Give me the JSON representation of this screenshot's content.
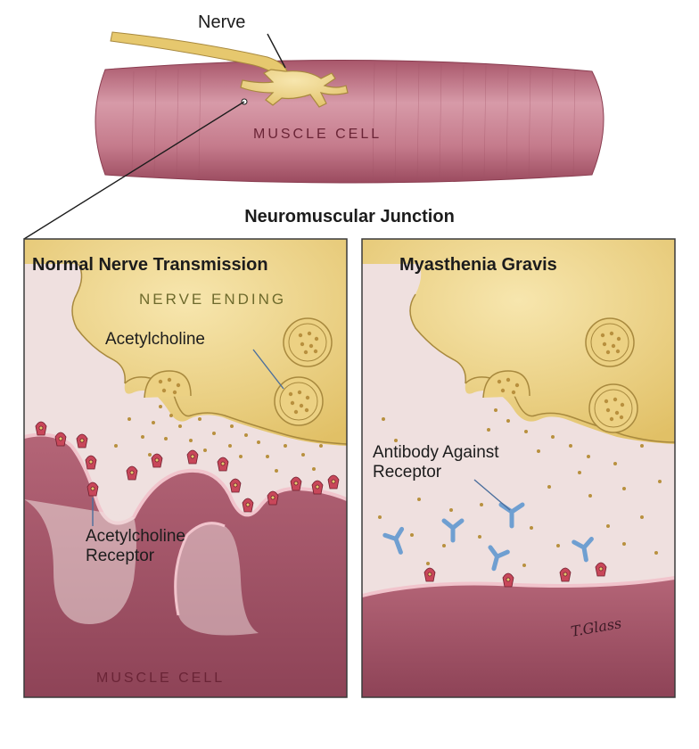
{
  "labels": {
    "nerve": "Nerve",
    "muscle_cell_top": "MUSCLE CELL",
    "junction_title": "Neuromuscular Junction",
    "normal_title": "Normal Nerve Transmission",
    "mg_title": "Myasthenia Gravis",
    "nerve_ending": "NERVE ENDING",
    "acetylcholine": "Acetylcholine",
    "antibody_line1": "Antibody Against",
    "antibody_line2": "Receptor",
    "receptor_line1": "Acetylcholine",
    "receptor_line2": "Receptor",
    "muscle_cell_bottom": "MUSCLE CELL"
  },
  "signature": "T.Glass",
  "colors": {
    "muscle": "#b96a7c",
    "muscle_dark": "#8c3f52",
    "nerve": "#e6c86e",
    "nerve_light": "#f6e3a6",
    "cleft": "#efe0df",
    "receptor": "#c8475a",
    "antibody": "#6f9fd1",
    "vesicle_dot": "#b8903e"
  }
}
